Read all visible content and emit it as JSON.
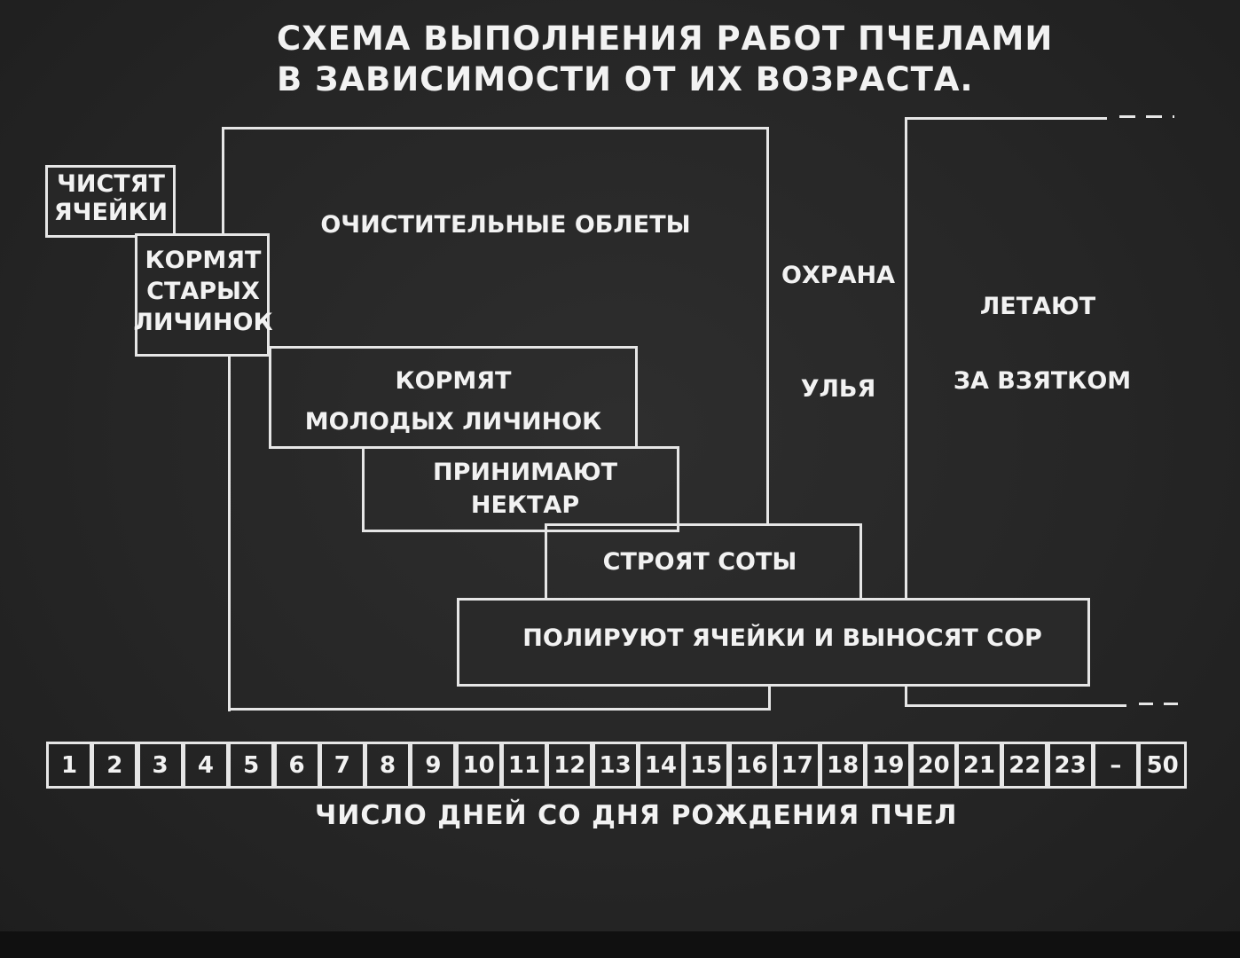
{
  "title": {
    "line1": "СХЕМА ВЫПОЛНЕНИЯ РАБОТ ПЧЕЛАМИ",
    "line2": "В ЗАВИСИМОСТИ ОТ ИХ ВОЗРАСТА."
  },
  "tasks": {
    "cleaning": "ЧИСТЯТ\nЯЧЕЙКИ",
    "feed_old": "КОРМЯТ\nСТАРЫХ\nЛИЧИНОК",
    "flights": "ОЧИСТИТЕЛЬНЫЕ ОБЛЕТЫ",
    "feed_young": "КОРМЯТ\nМОЛОДЫХ ЛИЧИНОК",
    "nectar": "ПРИНИМАЮТ\nНЕКТАР",
    "combs": "СТРОЯТ СОТЫ",
    "polish": "ПОЛИРУЮТ ЯЧЕЙКИ И ВЫНОСЯТ СОР",
    "guard_1": "ОХРАНА",
    "guard_2": "УЛЬЯ",
    "forage_1": "ЛЕТАЮТ",
    "forage_2": "ЗА ВЗЯТКОМ"
  },
  "days": [
    "1",
    "2",
    "3",
    "4",
    "5",
    "6",
    "7",
    "8",
    "9",
    "10",
    "11",
    "12",
    "13",
    "14",
    "15",
    "16",
    "17",
    "18",
    "19",
    "20",
    "21",
    "22",
    "23",
    "–",
    "50"
  ],
  "axis_label": "ЧИСЛО ДНЕЙ СО ДНЯ РОЖДЕНИЯ ПЧЕЛ"
}
